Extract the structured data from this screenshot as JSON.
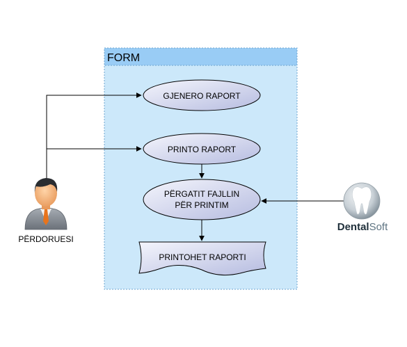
{
  "container": {
    "title": "FORM"
  },
  "nodes": {
    "gjenero": {
      "label": "GJENERO RAPORT"
    },
    "printo": {
      "label": "PRINTO RAPORT"
    },
    "pergatit": {
      "line1": "PËRGATIT FAJLLIN",
      "line2": "PËR PRINTIM"
    },
    "printohet": {
      "label": "PRINTOHET RAPORTI"
    }
  },
  "actors": {
    "user": {
      "label": "PËRDORUESI",
      "icon": "user-avatar-icon"
    },
    "system": {
      "brand_bold": "Dental",
      "brand_rest": "Soft",
      "icon": "tooth-icon"
    }
  },
  "colors": {
    "container_fill": "#CCE8FA",
    "container_header": "#99CCF5",
    "node_fill_light": "#F4F5FC",
    "node_fill_dark": "#B6BCE0",
    "arrow": "#000000",
    "brand_dark": "#1F2F3A",
    "brand_light": "#5E7482",
    "tie": "#E8741C",
    "suit": "#888E96",
    "skin": "#F4B680",
    "hair": "#2A2D31"
  }
}
